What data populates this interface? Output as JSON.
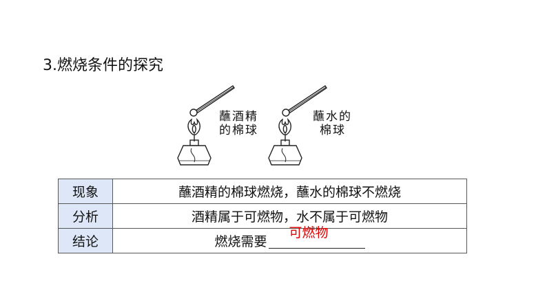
{
  "heading": "3.燃烧条件的探究",
  "illustration": {
    "left_caption": [
      "蘸酒精",
      "的棉球"
    ],
    "right_caption": [
      "蘸水的",
      "棉球"
    ]
  },
  "table": {
    "rows": [
      {
        "label": "现象",
        "value": "蘸酒精的棉球燃烧，蘸水的棉球不燃烧"
      },
      {
        "label": "分析",
        "value": "酒精属于可燃物，水不属于可燃物"
      },
      {
        "label": "结论",
        "value": "燃烧需要",
        "answer": "可燃物"
      }
    ]
  },
  "colors": {
    "label_bg": "#dde7f7",
    "answer": "#e00000"
  }
}
